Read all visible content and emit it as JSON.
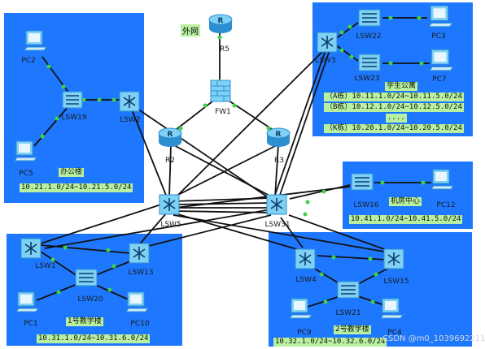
{
  "external_label": "外网",
  "watermark": "CSDN @m0_1039692211",
  "devices": {
    "r5": "R5",
    "fw1": "FW1",
    "r2": "R2",
    "r3": "R3",
    "lsw5": "LSW5",
    "lsw31": "LSW31",
    "lsw19": "LSW19",
    "lsw2": "LSW2",
    "pc2": "PC2",
    "pc5": "PC5",
    "lsw3": "LSW3",
    "lsw22": "LSW22",
    "lsw23": "LSW23",
    "pc3": "PC3",
    "pc7": "PC7",
    "lsw16": "LSW16",
    "pc12": "PC12",
    "lsw1": "LSW1",
    "lsw13": "LSW13",
    "lsw20": "LSW20",
    "pc1": "PC1",
    "pc10": "PC10",
    "lsw4": "LSW4",
    "lsw15": "LSW15",
    "lsw21": "LSW21",
    "pc9": "PC9",
    "pc4": "PC4"
  },
  "areas": {
    "office": {
      "name": "办公楼",
      "subnet": "10.21.1.0/24~10.21.5.0/24"
    },
    "dorm": {
      "name": "学生公寓",
      "subnets": [
        "（A栋）10.11.1.0/24~10.11.5.0/24",
        "（B栋）10.12.1.0/24~10.12.5.0/24",
        "....",
        "（K栋）10.20.1.0/24~10.20.5.0/24"
      ]
    },
    "machine_room": {
      "name": "机房中心",
      "subnet": "10.41.1.0/24~10.41.5.0/24"
    },
    "teaching1": {
      "name": "1号教学楼",
      "subnet": "10.31.1.0/24~10.31.6.0/24"
    },
    "teaching2": {
      "name": "2号教学楼",
      "subnet": "10.32.1.0/24~10.32.6.0/24"
    }
  },
  "colors": {
    "area_fill": "#1e78ff",
    "tag_fill": "#b8f0a0",
    "link": "#111111",
    "port": "#3fd24a",
    "device": "#6bc4f0"
  }
}
